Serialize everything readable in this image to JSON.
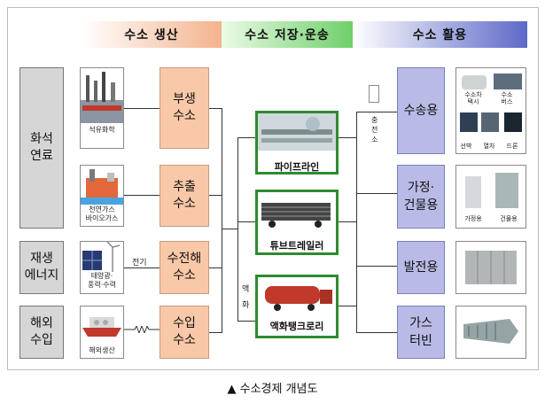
{
  "headers": {
    "production": "수소 생산",
    "storage": "수소 저장·운송",
    "use": "수소 활용"
  },
  "sources": {
    "fossil": "화석\n연료",
    "renewable": "재생\n에너지",
    "overseas": "해외\n수입"
  },
  "production_boxes": {
    "byproduct": "부생\n수소",
    "extraction": "추출\n수소",
    "electrolysis": "수전해\n수소",
    "import": "수입\n수소"
  },
  "images": {
    "petrochem": "석유화학",
    "gas": "천연가스\n바이오가스",
    "solar": "태양광·\n풍력·수력",
    "overseas_prod": "해외생산"
  },
  "storage": {
    "pipeline": "파이프라인",
    "tube": "튜브트레일러",
    "tank": "액화탱크로리"
  },
  "labels": {
    "electricity": "전기",
    "liquefy_1": "액",
    "liquefy_2": "화",
    "station": "충전소"
  },
  "uses": {
    "transport": "수송용",
    "home": "가정·\n건물용",
    "power": "발전용",
    "turbine": "가스\n터빈"
  },
  "use_images": {
    "taxi": "수소차\n택시",
    "bus": "수소\n버스",
    "ship": "선박",
    "train": "열차",
    "drone": "드론",
    "home_unit": "가정용",
    "building_unit": "건물용"
  },
  "caption": "▲ 수소경제 개념도",
  "colors": {
    "production": "#f3b38d",
    "storage": "#6fcf6a",
    "use": "#5d69c8",
    "orange_box": "#f8c8a8",
    "blue_box": "#b9bbe6",
    "green_border": "#2e8b2e"
  }
}
